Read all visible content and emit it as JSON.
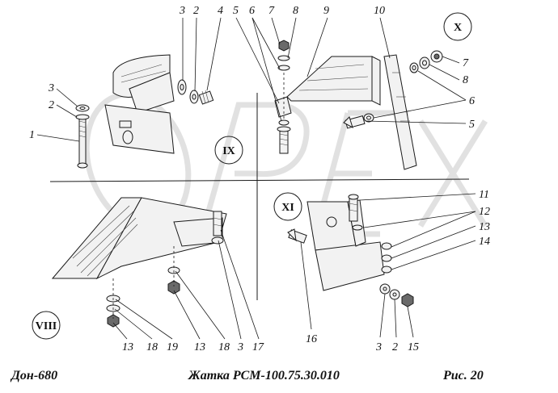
{
  "watermark": "OPEX",
  "zones": {
    "ix": "IX",
    "x": "X",
    "xi": "XI",
    "viii": "VIII"
  },
  "callouts": {
    "c3a": "3",
    "c2a": "2",
    "c4": "4",
    "c5a": "5",
    "c6a": "6",
    "c7a": "7",
    "c8a": "8",
    "c9": "9",
    "c10": "10",
    "c3b": "3",
    "c2b": "2",
    "c1": "1",
    "c7b": "7",
    "c8b": "8",
    "c6b": "6",
    "c5b": "5",
    "c11": "11",
    "c12": "12",
    "c13a": "13",
    "c14": "14",
    "c16": "16",
    "c3c": "3",
    "c2c": "2",
    "c15": "15",
    "c13b": "13",
    "c18a": "18",
    "c19": "19",
    "c13c": "13",
    "c18b": "18",
    "c3d": "3",
    "c17": "17"
  },
  "footer": {
    "model": "Дон-680",
    "title": "Жатка   РСМ-100.75.30.010",
    "fig": "Рис.   20"
  }
}
